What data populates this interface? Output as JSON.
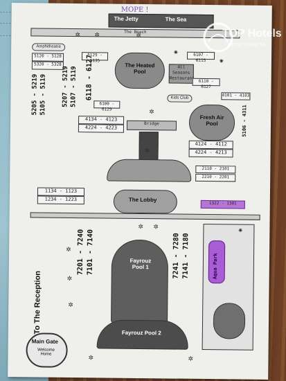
{
  "handwritten_top": "MOPE !",
  "header": {
    "jetty": "The Jetty",
    "sea": "The Sea",
    "beach": "The Beach"
  },
  "areas": {
    "amphitheatre": "Amphitheatre",
    "heated_pool": "The Heated Pool",
    "all_seasons_restaurant": "All Seasons Restaurant",
    "kids_club": "Kids Club",
    "fresh_air_pool": "Fresh Air Pool",
    "bridge": "Bridge",
    "lobby": "The Lobby",
    "fayrouz_pool_1": "Fayrouz Pool 1",
    "fayrouz_pool_2": "Fayrouz Pool 2",
    "aqua_park": "Aqua Park",
    "to_reception": "To The Reception",
    "main_gate": "Main Gate",
    "welcome_home": "Welcome Home"
  },
  "rooms": {
    "r1": "5120 - 5128",
    "r2": "5320 - 5328",
    "r3": "5129 - 5135",
    "r4": "5205 - 5219",
    "r5": "5105 - 5119",
    "r6": "5207 - 5219",
    "r7": "5107 - 5119",
    "r8": "6118 - 6127",
    "r9": "6100 - 6129",
    "r10": "6107 - 6115",
    "r11": "6110 - 6127",
    "r12": "4101 - 4103",
    "r13": "5106 - 4311",
    "r14": "4134 - 4123",
    "r15": "4224 - 4223",
    "r16": "4124 - 4112",
    "r17": "4224 - 4213",
    "r18": "2110 - 2101",
    "r19": "2210 - 2201",
    "r20": "1134 - 1123",
    "r21": "1234 - 1223",
    "r22": "1322 - 1301",
    "r23": "7201 - 7240",
    "r24": "7101 - 7140",
    "r25": "7241 - 7280",
    "r26": "7141 - 7180"
  },
  "badge_text": "Aqua Park",
  "watermark": {
    "brand": "TOP Hotels",
    "sub": "ФОТО ТУРИСТА"
  }
}
